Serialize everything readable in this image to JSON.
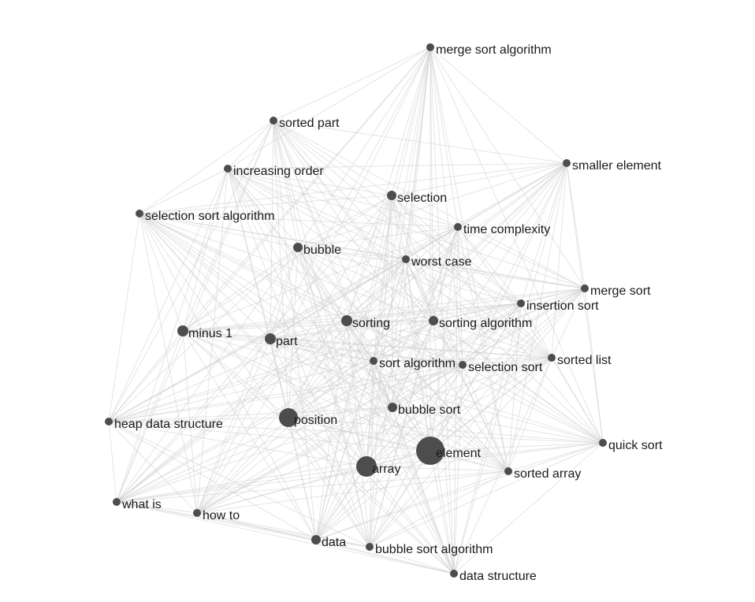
{
  "graph": {
    "node_color": "#4d4d4d",
    "edge_color": "#cfcfcf",
    "label_color": "#1a1a1a",
    "nodes": [
      {
        "id": "n0",
        "label": "merge sort algorithm"
      },
      {
        "id": "n1",
        "label": "sorted part"
      },
      {
        "id": "n2",
        "label": "increasing order"
      },
      {
        "id": "n3",
        "label": "smaller element"
      },
      {
        "id": "n4",
        "label": "selection"
      },
      {
        "id": "n5",
        "label": "selection sort algorithm"
      },
      {
        "id": "n6",
        "label": "time complexity"
      },
      {
        "id": "n7",
        "label": "bubble"
      },
      {
        "id": "n8",
        "label": "worst case"
      },
      {
        "id": "n9",
        "label": "merge sort"
      },
      {
        "id": "n10",
        "label": "insertion sort"
      },
      {
        "id": "n11",
        "label": "sorting"
      },
      {
        "id": "n12",
        "label": "sorting algorithm"
      },
      {
        "id": "n13",
        "label": "minus 1"
      },
      {
        "id": "n14",
        "label": "part"
      },
      {
        "id": "n15",
        "label": "sorted list"
      },
      {
        "id": "n16",
        "label": "sort algorithm"
      },
      {
        "id": "n17",
        "label": "selection sort"
      },
      {
        "id": "n18",
        "label": "bubble sort"
      },
      {
        "id": "n19",
        "label": "heap data structure"
      },
      {
        "id": "n20",
        "label": "position"
      },
      {
        "id": "n21",
        "label": "quick sort"
      },
      {
        "id": "n22",
        "label": "element"
      },
      {
        "id": "n23",
        "label": "array"
      },
      {
        "id": "n24",
        "label": "sorted array"
      },
      {
        "id": "n25",
        "label": "what is"
      },
      {
        "id": "n26",
        "label": "how to"
      },
      {
        "id": "n27",
        "label": "data"
      },
      {
        "id": "n28",
        "label": "bubble sort algorithm"
      },
      {
        "id": "n29",
        "label": "data structure"
      }
    ]
  }
}
